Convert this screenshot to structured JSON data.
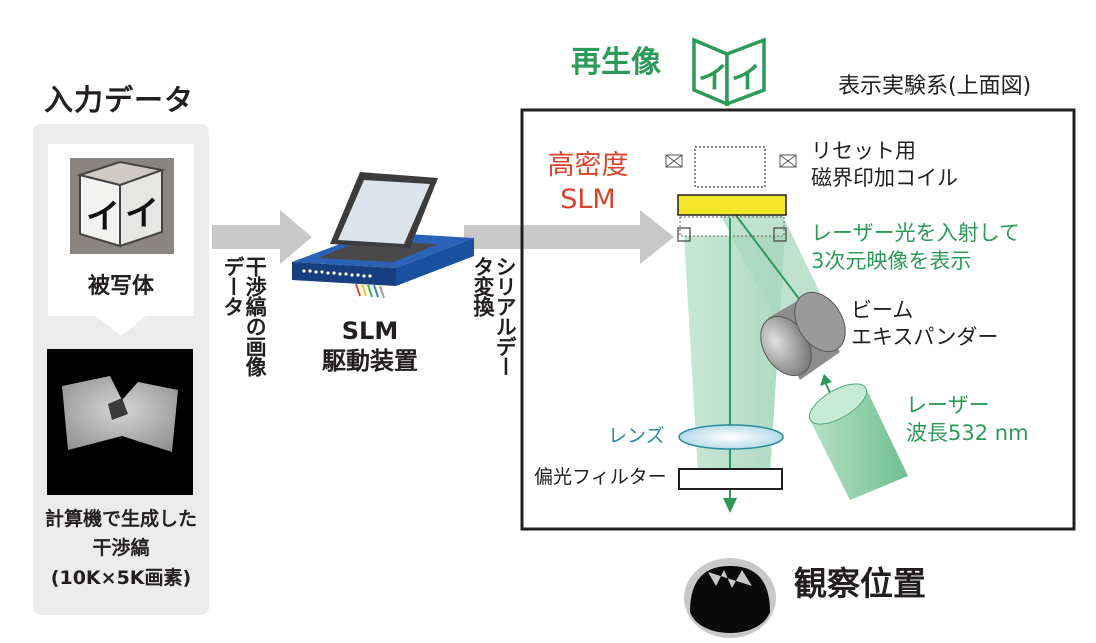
{
  "input": {
    "title": "入力データ",
    "object_label": "被写体",
    "caption": [
      "計算機で生成した",
      "干渉縞",
      "(10K×5K画素)"
    ]
  },
  "arrows": {
    "label1": "干渉縞の画像データ",
    "label2": "シリアルデータ変換"
  },
  "device": {
    "label": [
      "SLM",
      "駆動装置"
    ]
  },
  "reproduction": {
    "title": "再生像"
  },
  "system": {
    "title": "表示実験系(上面図)",
    "slm_label": [
      "高密度",
      "SLM"
    ],
    "coil_label": [
      "リセット用",
      "磁界印加コイル"
    ],
    "laser_note": [
      "レーザー光を入射して",
      "3次元映像を表示"
    ],
    "expander_label": [
      "ビーム",
      "エキスパンダー"
    ],
    "laser_label": [
      "レーザー",
      "波長532 nm"
    ],
    "lens_label": "レンズ",
    "filter_label": "偏光フィルター"
  },
  "observer": {
    "label": "観察位置"
  },
  "colors": {
    "green": "#2e9a5a",
    "red": "#d8452c",
    "teal": "#2a8ca0",
    "slm_yellow": "#f2e52a",
    "device_blue": "#1b4fa0",
    "arrow_gray": "#c8c8c8",
    "panel_gray": "#ececec"
  }
}
